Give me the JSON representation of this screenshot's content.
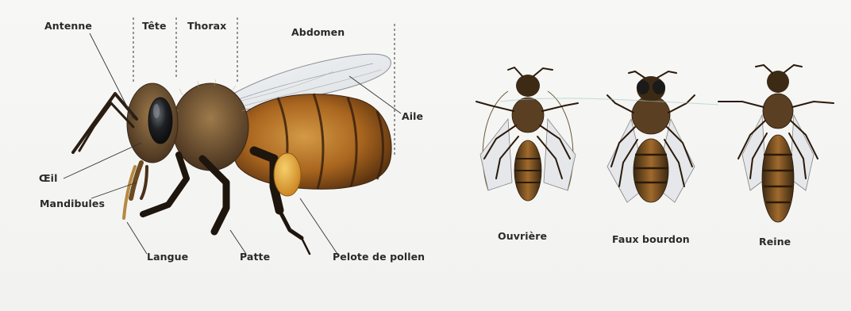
{
  "anatomy": {
    "labels": {
      "antenne": "Antenne",
      "tete": "Tête",
      "thorax": "Thorax",
      "abdomen": "Abdomen",
      "aile": "Aile",
      "oeil": "Œil",
      "mandibules": "Mandibules",
      "langue": "Langue",
      "patte": "Patte",
      "pelote": "Pelote de pollen"
    }
  },
  "castes": {
    "ouvriere": "Ouvrière",
    "faux_bourdon": "Faux bourdon",
    "reine": "Reine"
  },
  "colors": {
    "body_dark": "#2b1d12",
    "body_amber": "#b9762a",
    "fur": "#7a5a35",
    "pollen": "#e3a83a",
    "wing": "#e8ebee"
  }
}
